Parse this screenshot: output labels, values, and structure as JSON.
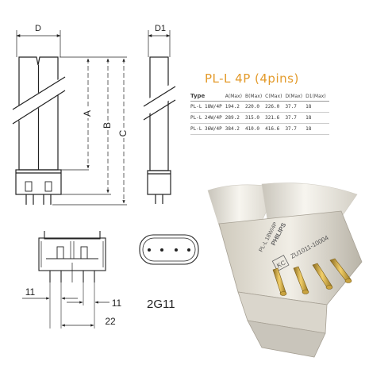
{
  "labels": {
    "d": "D",
    "d1": "D1",
    "a": "A",
    "b": "B",
    "c": "C",
    "pin_left": "11",
    "pin_right": "11",
    "span": "22",
    "base_type": "2G11"
  },
  "spec": {
    "title": "PL-L 4P (4pins)",
    "headers": [
      "Type",
      "A(Max)",
      "B(Max)",
      "C(Max)",
      "D(Max)",
      "D1(Max)"
    ],
    "rows": [
      [
        "PL-L 18W/4P",
        "194.2",
        "220.0",
        "226.0",
        "37.7",
        "18"
      ],
      [
        "PL-L 24W/4P",
        "289.2",
        "315.0",
        "321.6",
        "37.7",
        "18"
      ],
      [
        "PL-L 36W/4P",
        "384.2",
        "410.0",
        "416.6",
        "37.7",
        "18"
      ]
    ]
  },
  "photo": {
    "brand": "PHILIPS",
    "print_line": "PL-L 18W/4P",
    "code": "ZU1011-10004",
    "cert_mark": "KC"
  }
}
